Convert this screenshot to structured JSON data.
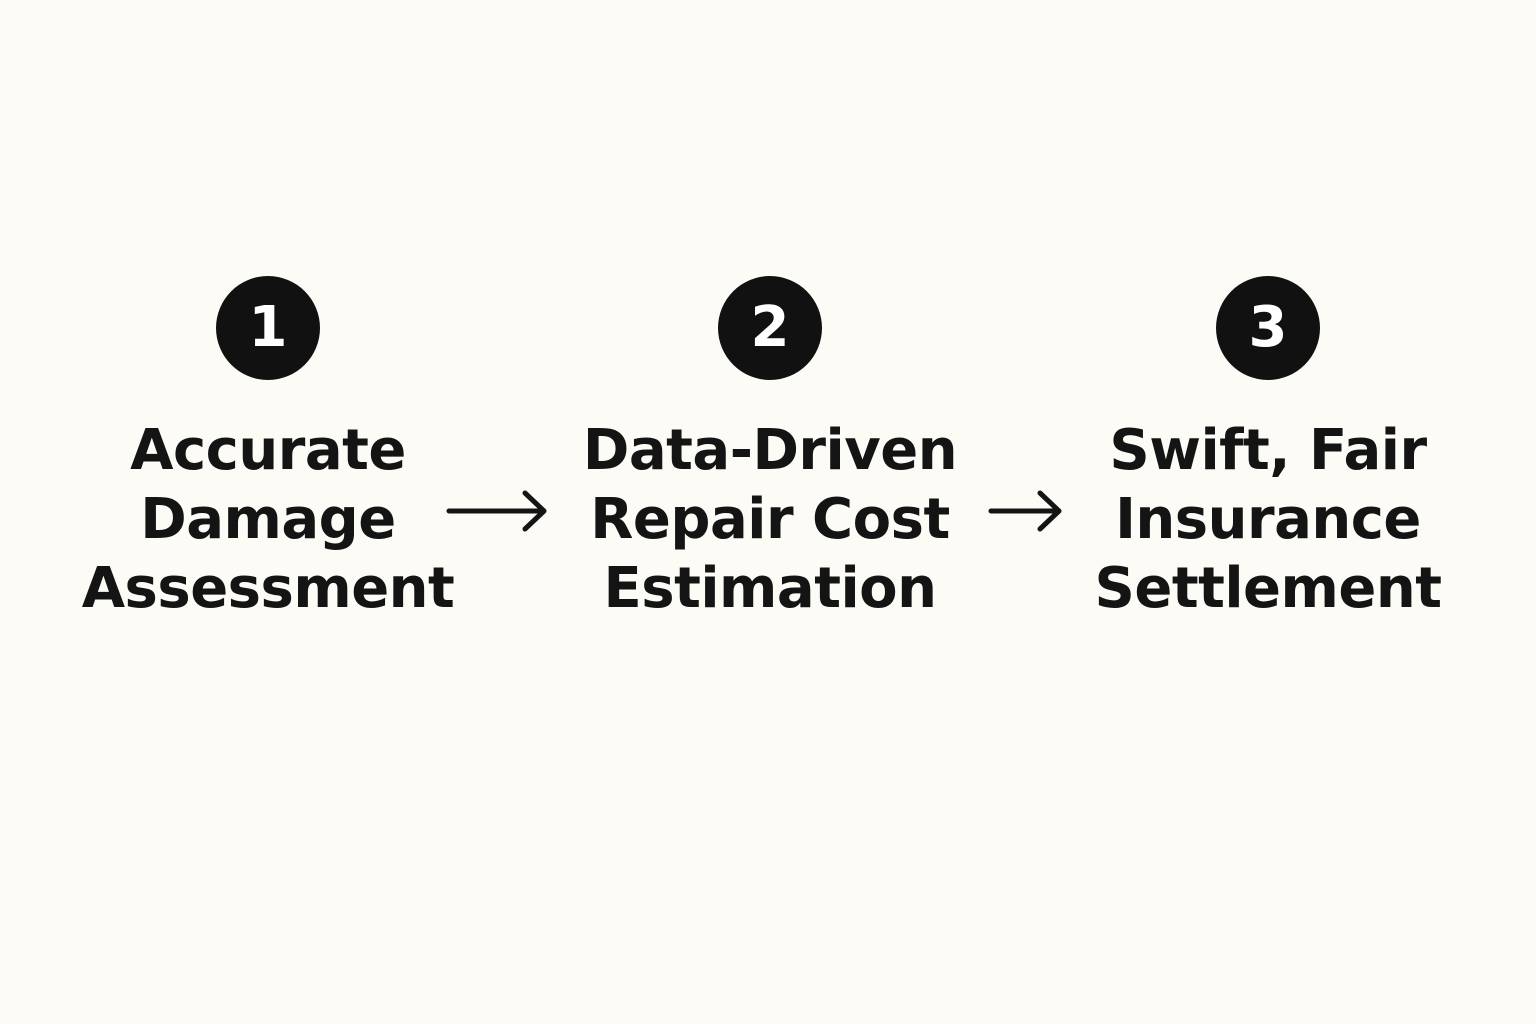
{
  "diagram": {
    "steps": [
      {
        "number": "1",
        "lines": [
          "Accurate",
          "Damage",
          "Assessment"
        ]
      },
      {
        "number": "2",
        "lines": [
          "Data-Driven",
          "Repair Cost",
          "Estimation"
        ]
      },
      {
        "number": "3",
        "lines": [
          "Swift, Fair",
          "Insurance",
          "Settlement"
        ]
      }
    ],
    "arrow_icon": "right-arrow-icon",
    "colors": {
      "background": "#fcfbf6",
      "badge": "#111111",
      "badge_text": "#ffffff",
      "text": "#141414"
    }
  }
}
